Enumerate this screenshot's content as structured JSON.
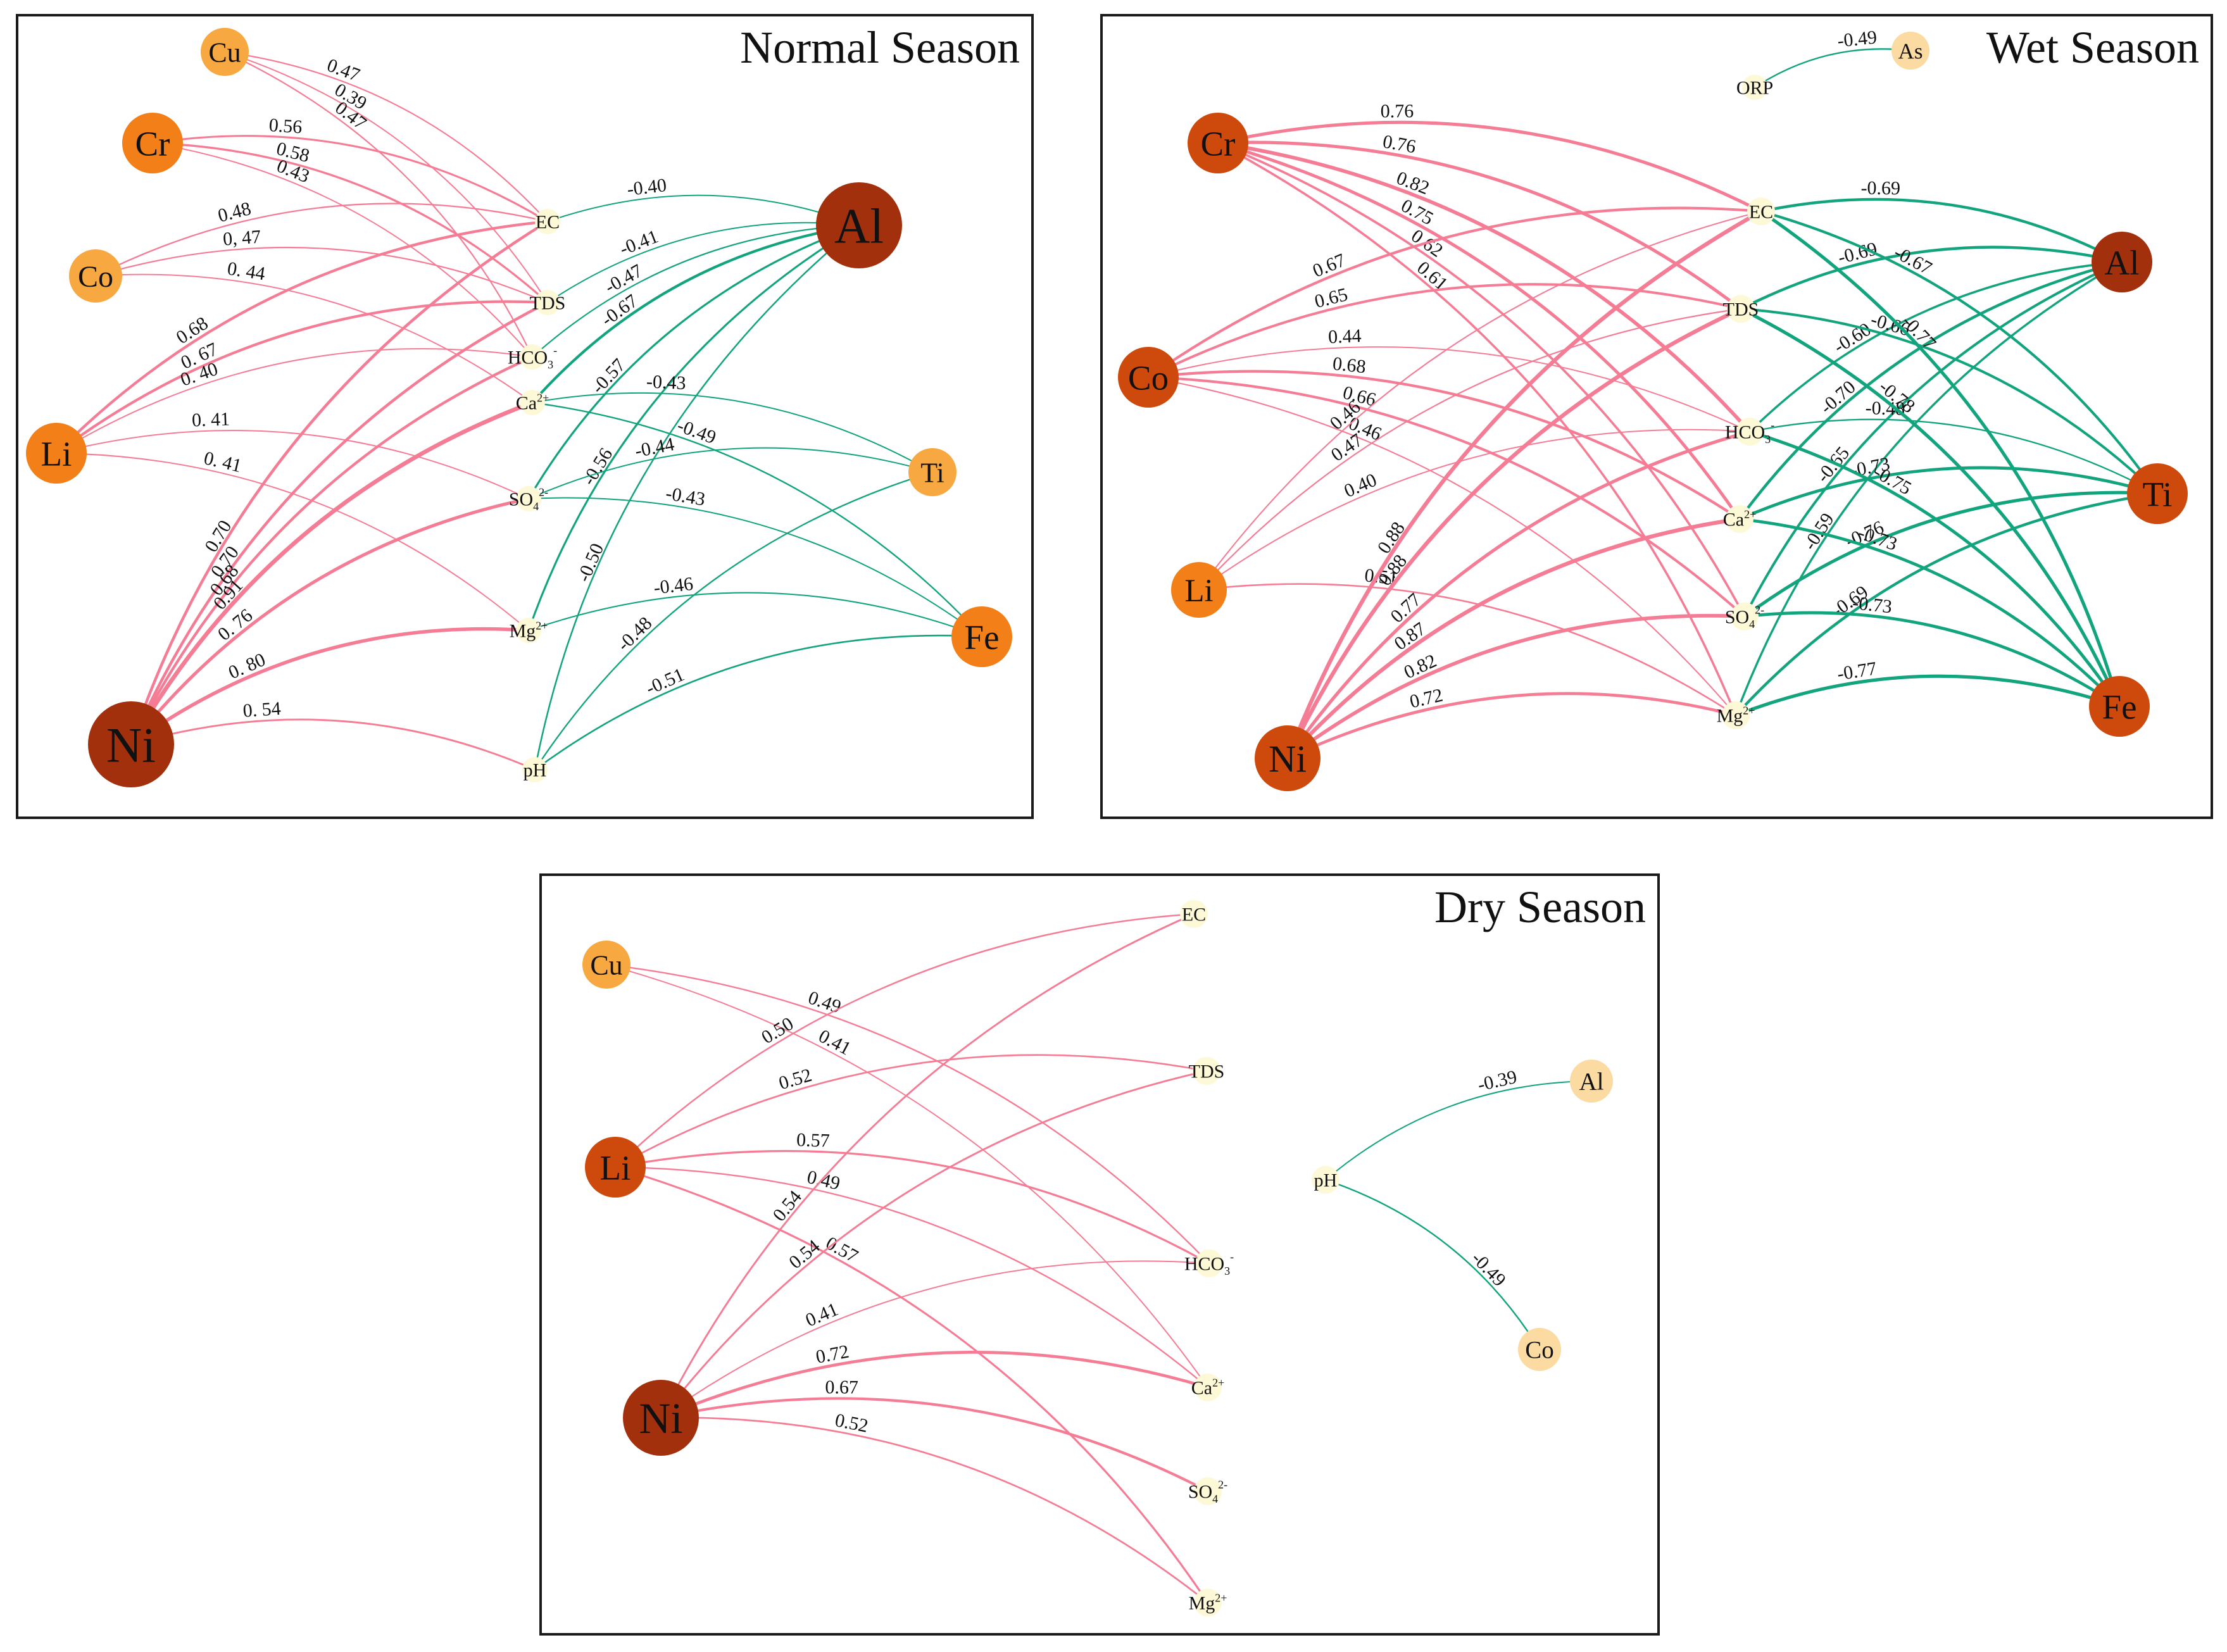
{
  "colors": {
    "positive": "#f57c95",
    "negative": "#12a47d",
    "metal_dark": "#a3300c",
    "metal_mid": "#cd4a0c",
    "metal_orange": "#f27f17",
    "metal_light": "#f7a840",
    "metal_pale": "#fbdba2",
    "param": "#fdf8d6"
  },
  "panels": [
    {
      "id": "normal",
      "title": "Normal Season",
      "nodes": [
        {
          "id": "Cu",
          "label": "Cu",
          "kind": "metal",
          "tone": "metal_light"
        },
        {
          "id": "Cr",
          "label": "Cr",
          "kind": "metal",
          "tone": "metal_orange"
        },
        {
          "id": "Co",
          "label": "Co",
          "kind": "metal",
          "tone": "metal_light"
        },
        {
          "id": "Li",
          "label": "Li",
          "kind": "metal",
          "tone": "metal_orange"
        },
        {
          "id": "Ni",
          "label": "Ni",
          "kind": "metal",
          "tone": "metal_dark"
        },
        {
          "id": "Al",
          "label": "Al",
          "kind": "metal",
          "tone": "metal_dark"
        },
        {
          "id": "Ti",
          "label": "Ti",
          "kind": "metal",
          "tone": "metal_light"
        },
        {
          "id": "Fe",
          "label": "Fe",
          "kind": "metal",
          "tone": "metal_orange"
        },
        {
          "id": "EC",
          "label": "EC",
          "kind": "param"
        },
        {
          "id": "TDS",
          "label": "TDS",
          "kind": "param"
        },
        {
          "id": "HCO3",
          "label": "HCO",
          "sub": "3",
          "sup": "-",
          "kind": "param"
        },
        {
          "id": "Ca",
          "label": "Ca",
          "sup": "2+",
          "kind": "param"
        },
        {
          "id": "SO4",
          "label": "SO",
          "sub": "4",
          "sup": "2-",
          "kind": "param"
        },
        {
          "id": "Mg",
          "label": "Mg",
          "sup": "2+",
          "kind": "param"
        },
        {
          "id": "pH",
          "label": "pH",
          "kind": "param"
        }
      ],
      "edges": [
        {
          "from": "Cu",
          "to": "EC",
          "r": "0.47"
        },
        {
          "from": "Cu",
          "to": "TDS",
          "r": "0.39"
        },
        {
          "from": "Cu",
          "to": "HCO3",
          "r": "0.47"
        },
        {
          "from": "Cr",
          "to": "EC",
          "r": "0.56"
        },
        {
          "from": "Cr",
          "to": "TDS",
          "r": "0.58"
        },
        {
          "from": "Cr",
          "to": "HCO3",
          "r": "0.43"
        },
        {
          "from": "Co",
          "to": "EC",
          "r": "0.48"
        },
        {
          "from": "Co",
          "to": "TDS",
          "r": "0, 47"
        },
        {
          "from": "Co",
          "to": "Ca",
          "r": "0. 44"
        },
        {
          "from": "Li",
          "to": "EC",
          "r": "0.68"
        },
        {
          "from": "Li",
          "to": "TDS",
          "r": "0. 67"
        },
        {
          "from": "Li",
          "to": "HCO3",
          "r": "0. 40"
        },
        {
          "from": "Li",
          "to": "SO4",
          "r": "0. 41"
        },
        {
          "from": "Li",
          "to": "Mg",
          "r": "0. 41"
        },
        {
          "from": "Ni",
          "to": "EC",
          "r": "0.70"
        },
        {
          "from": "Ni",
          "to": "TDS",
          "r": "0.70"
        },
        {
          "from": "Ni",
          "to": "HCO3",
          "r": "0.68"
        },
        {
          "from": "Ni",
          "to": "Ca",
          "r": "0.91"
        },
        {
          "from": "Ni",
          "to": "SO4",
          "r": "0. 76"
        },
        {
          "from": "Ni",
          "to": "Mg",
          "r": "0. 80"
        },
        {
          "from": "Ni",
          "to": "pH",
          "r": "0. 54"
        },
        {
          "from": "Al",
          "to": "EC",
          "r": "-0.40"
        },
        {
          "from": "Al",
          "to": "TDS",
          "r": "-0.41"
        },
        {
          "from": "Al",
          "to": "HCO3",
          "r": "-0.47"
        },
        {
          "from": "Al",
          "to": "Ca",
          "r": "-0.67"
        },
        {
          "from": "Al",
          "to": "SO4",
          "r": "-0.57"
        },
        {
          "from": "Al",
          "to": "Mg",
          "r": "-0.56"
        },
        {
          "from": "Al",
          "to": "pH",
          "r": "-0.50"
        },
        {
          "from": "Ti",
          "to": "Ca",
          "r": "-0.43"
        },
        {
          "from": "Ti",
          "to": "SO4",
          "r": "-0.44"
        },
        {
          "from": "Ti",
          "to": "pH",
          "r": "-0.48"
        },
        {
          "from": "Fe",
          "to": "Ca",
          "r": "-0.49"
        },
        {
          "from": "Fe",
          "to": "SO4",
          "r": "-0.43"
        },
        {
          "from": "Fe",
          "to": "Mg",
          "r": "-0.46"
        },
        {
          "from": "Fe",
          "to": "pH",
          "r": "-0.51"
        }
      ]
    },
    {
      "id": "wet",
      "title": "Wet Season",
      "nodes": [
        {
          "id": "Cr",
          "label": "Cr",
          "kind": "metal",
          "tone": "metal_mid"
        },
        {
          "id": "Co",
          "label": "Co",
          "kind": "metal",
          "tone": "metal_mid"
        },
        {
          "id": "Li",
          "label": "Li",
          "kind": "metal",
          "tone": "metal_orange"
        },
        {
          "id": "Ni",
          "label": "Ni",
          "kind": "metal",
          "tone": "metal_mid"
        },
        {
          "id": "Al",
          "label": "Al",
          "kind": "metal",
          "tone": "metal_dark"
        },
        {
          "id": "Ti",
          "label": "Ti",
          "kind": "metal",
          "tone": "metal_mid"
        },
        {
          "id": "Fe",
          "label": "Fe",
          "kind": "metal",
          "tone": "metal_mid"
        },
        {
          "id": "As",
          "label": "As",
          "kind": "metal",
          "tone": "metal_pale"
        },
        {
          "id": "ORP",
          "label": "ORP",
          "kind": "param"
        },
        {
          "id": "EC",
          "label": "EC",
          "kind": "param"
        },
        {
          "id": "TDS",
          "label": "TDS",
          "kind": "param"
        },
        {
          "id": "HCO3",
          "label": "HCO",
          "sub": "3",
          "sup": "-",
          "kind": "param"
        },
        {
          "id": "Ca",
          "label": "Ca",
          "sup": "2+",
          "kind": "param"
        },
        {
          "id": "SO4",
          "label": "SO",
          "sub": "4",
          "sup": "2-",
          "kind": "param"
        },
        {
          "id": "Mg",
          "label": "Mg",
          "sup": "2+",
          "kind": "param"
        }
      ],
      "edges": [
        {
          "from": "ORP",
          "to": "As",
          "r": "-0.49"
        },
        {
          "from": "Cr",
          "to": "EC",
          "r": "0.76"
        },
        {
          "from": "Cr",
          "to": "TDS",
          "r": "0.76"
        },
        {
          "from": "Cr",
          "to": "HCO3",
          "r": "0.82"
        },
        {
          "from": "Cr",
          "to": "Ca",
          "r": "0.75"
        },
        {
          "from": "Cr",
          "to": "SO4",
          "r": "0.62"
        },
        {
          "from": "Cr",
          "to": "Mg",
          "r": "0.61"
        },
        {
          "from": "Co",
          "to": "EC",
          "r": "0.67"
        },
        {
          "from": "Co",
          "to": "TDS",
          "r": "0.65"
        },
        {
          "from": "Co",
          "to": "HCO3",
          "r": "0.44"
        },
        {
          "from": "Co",
          "to": "Ca",
          "r": "0.68"
        },
        {
          "from": "Co",
          "to": "SO4",
          "r": "0.66"
        },
        {
          "from": "Co",
          "to": "Mg",
          "r": "0.46"
        },
        {
          "from": "Li",
          "to": "EC",
          "r": "0.46"
        },
        {
          "from": "Li",
          "to": "TDS",
          "r": "0.47"
        },
        {
          "from": "Li",
          "to": "HCO3",
          "r": "0.40"
        },
        {
          "from": "Li",
          "to": "Mg",
          "r": "0.51"
        },
        {
          "from": "Ni",
          "to": "EC",
          "r": "0.88"
        },
        {
          "from": "Ni",
          "to": "TDS",
          "r": "0.88"
        },
        {
          "from": "Ni",
          "to": "HCO3",
          "r": "0.77"
        },
        {
          "from": "Ni",
          "to": "Ca",
          "r": "0.87"
        },
        {
          "from": "Ni",
          "to": "SO4",
          "r": "0.82"
        },
        {
          "from": "Ni",
          "to": "Mg",
          "r": "0.72"
        },
        {
          "from": "Al",
          "to": "EC",
          "r": "-0.69"
        },
        {
          "from": "Al",
          "to": "TDS",
          "r": "-0.69"
        },
        {
          "from": "Al",
          "to": "HCO3",
          "r": "-0.60"
        },
        {
          "from": "Al",
          "to": "Ca",
          "r": "-0.70"
        },
        {
          "from": "Al",
          "to": "SO4",
          "r": "-0.65"
        },
        {
          "from": "Al",
          "to": "Mg",
          "r": "-0.59"
        },
        {
          "from": "Ti",
          "to": "EC",
          "r": "-0.67"
        },
        {
          "from": "Ti",
          "to": "TDS",
          "r": "-0.66"
        },
        {
          "from": "Ti",
          "to": "HCO3",
          "r": "-0.48"
        },
        {
          "from": "Ti",
          "to": "Ca",
          "r": "-0.73"
        },
        {
          "from": "Ti",
          "to": "SO4",
          "r": "-0.76"
        },
        {
          "from": "Ti",
          "to": "Mg",
          "r": "-0.69"
        },
        {
          "from": "Fe",
          "to": "EC",
          "r": "-0.77"
        },
        {
          "from": "Fe",
          "to": "TDS",
          "r": "-0.78"
        },
        {
          "from": "Fe",
          "to": "HCO3",
          "r": "-0.75"
        },
        {
          "from": "Fe",
          "to": "Ca",
          "r": "-0.73"
        },
        {
          "from": "Fe",
          "to": "SO4",
          "r": "-0.73"
        },
        {
          "from": "Fe",
          "to": "Mg",
          "r": "-0.77"
        }
      ]
    },
    {
      "id": "dry",
      "title": "Dry Season",
      "nodes": [
        {
          "id": "Cu",
          "label": "Cu",
          "kind": "metal",
          "tone": "metal_light"
        },
        {
          "id": "Li",
          "label": "Li",
          "kind": "metal",
          "tone": "metal_mid"
        },
        {
          "id": "Ni",
          "label": "Ni",
          "kind": "metal",
          "tone": "metal_dark"
        },
        {
          "id": "Al",
          "label": "Al",
          "kind": "metal",
          "tone": "metal_pale"
        },
        {
          "id": "Co",
          "label": "Co",
          "kind": "metal",
          "tone": "metal_pale"
        },
        {
          "id": "EC",
          "label": "EC",
          "kind": "param"
        },
        {
          "id": "TDS",
          "label": "TDS",
          "kind": "param"
        },
        {
          "id": "HCO3",
          "label": "HCO",
          "sub": "3",
          "sup": "-",
          "kind": "param"
        },
        {
          "id": "Ca",
          "label": "Ca",
          "sup": "2+",
          "kind": "param"
        },
        {
          "id": "SO4",
          "label": "SO",
          "sub": "4",
          "sup": "2-",
          "kind": "param"
        },
        {
          "id": "Mg",
          "label": "Mg",
          "sup": "2+",
          "kind": "param"
        },
        {
          "id": "pH",
          "label": "pH",
          "kind": "param"
        }
      ],
      "edges": [
        {
          "from": "Cu",
          "to": "HCO3",
          "r": "0.49"
        },
        {
          "from": "Cu",
          "to": "Ca",
          "r": "0.41"
        },
        {
          "from": "Li",
          "to": "EC",
          "r": "0.50"
        },
        {
          "from": "Li",
          "to": "TDS",
          "r": "0.52"
        },
        {
          "from": "Li",
          "to": "HCO3",
          "r": "0.57"
        },
        {
          "from": "Li",
          "to": "Ca",
          "r": "0.49"
        },
        {
          "from": "Li",
          "to": "Mg",
          "r": "0.57"
        },
        {
          "from": "Ni",
          "to": "EC",
          "r": "0.54"
        },
        {
          "from": "Ni",
          "to": "TDS",
          "r": "0.54"
        },
        {
          "from": "Ni",
          "to": "HCO3",
          "r": "0.41"
        },
        {
          "from": "Ni",
          "to": "Ca",
          "r": "0.72"
        },
        {
          "from": "Ni",
          "to": "SO4",
          "r": "0.67"
        },
        {
          "from": "Ni",
          "to": "Mg",
          "r": "0.52"
        },
        {
          "from": "pH",
          "to": "Al",
          "r": "-0.39"
        },
        {
          "from": "pH",
          "to": "Co",
          "r": "-0.49"
        }
      ]
    }
  ]
}
